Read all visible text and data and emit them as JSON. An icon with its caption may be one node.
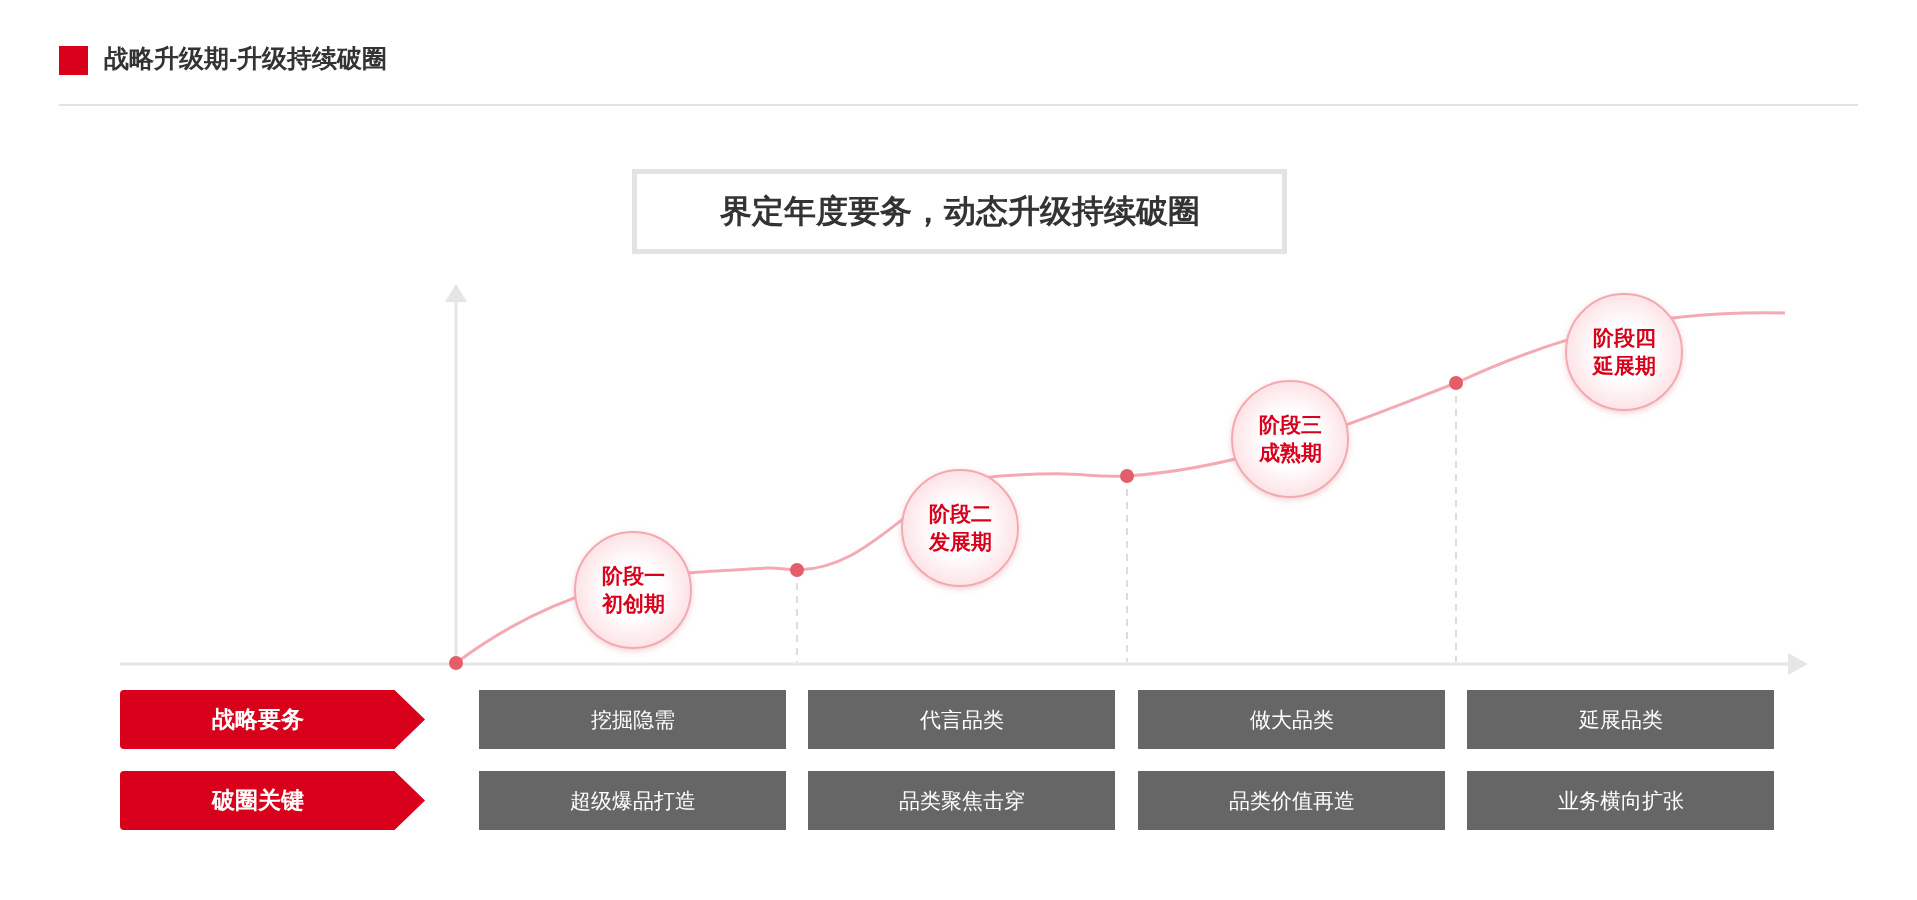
{
  "diagram": {
    "title": "战略升级期-升级持续破圈",
    "nodes": [
      {
        "text": [
          "界定年度要务，动态升级持续破圈"
        ]
      },
      {
        "text": [
          "阶段一",
          "初创期"
        ]
      },
      {
        "text": [
          "阶段二",
          "发展期"
        ]
      },
      {
        "text": [
          "阶段三",
          "成熟期"
        ]
      },
      {
        "text": [
          "阶段四",
          "延展期"
        ]
      },
      {
        "text": [
          "战略要务"
        ]
      },
      {
        "text": [
          "挖掘隐需"
        ]
      },
      {
        "text": [
          "代言品类"
        ]
      },
      {
        "text": [
          "做大品类"
        ]
      },
      {
        "text": [
          "延展品类"
        ]
      },
      {
        "text": [
          "破圈关键"
        ]
      },
      {
        "text": [
          "超级爆品打造"
        ]
      },
      {
        "text": [
          "品类聚焦击穿"
        ]
      },
      {
        "text": [
          "品类价值再造"
        ]
      },
      {
        "text": [
          "业务横向扩张"
        ]
      }
    ],
    "edges": []
  }
}
